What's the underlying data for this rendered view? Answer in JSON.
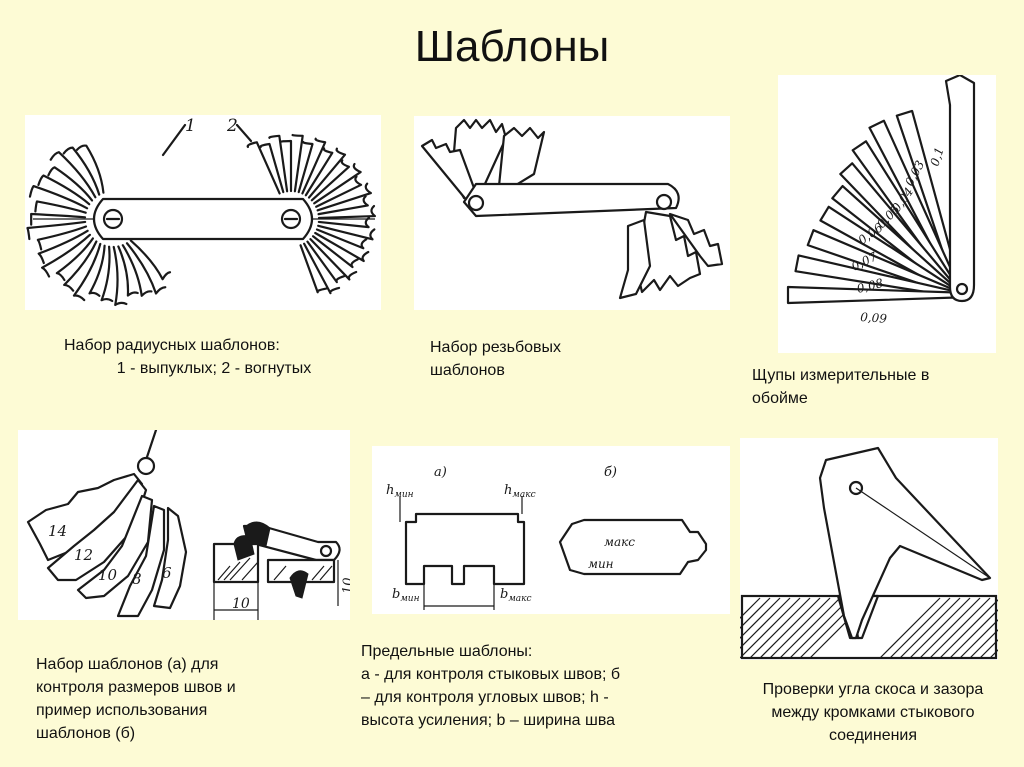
{
  "title": "Шаблоны",
  "panels": {
    "radius": {
      "caption": [
        "Набор радиусных шаблонов:",
        "1 - выпуклых; 2 - вогнутых"
      ],
      "labels": [
        "1",
        "2"
      ]
    },
    "thread": {
      "caption": [
        "Набор резьбовых",
        "шаблонов"
      ]
    },
    "feeler": {
      "caption": [
        "Щупы измерительные в",
        "обойме"
      ],
      "blade_labels": [
        "0,1",
        "0,03",
        "0,04",
        "0,05",
        "0,06",
        "0,07",
        "0,08",
        "0,09"
      ]
    },
    "weld_set": {
      "caption": [
        "Набор шаблонов (а) для",
        "контроля размеров швов и",
        "пример использования",
        "шаблонов (б)"
      ],
      "blade_labels": [
        "14",
        "12",
        "10",
        "8",
        "6"
      ],
      "dim_labels": [
        "10",
        "10"
      ]
    },
    "limit": {
      "caption": [
        "Предельные шаблоны:",
        "а - для контроля стыковых швов; б",
        "– для контроля угловых швов; h -",
        "высота усиления; b – ширина шва"
      ],
      "part_labels": [
        "а)",
        "б)"
      ],
      "h_min": "h",
      "h_min_sub": "мин",
      "h_max": "h",
      "h_max_sub": "макс",
      "b_min": "b",
      "b_min_sub": "мин",
      "b_max": "b",
      "b_max_sub": "макс",
      "max_label": "макс",
      "min_label": "мин"
    },
    "bevel": {
      "caption": [
        "Проверки угла скоса и зазора",
        "между кромками стыкового",
        "соединения"
      ]
    }
  }
}
